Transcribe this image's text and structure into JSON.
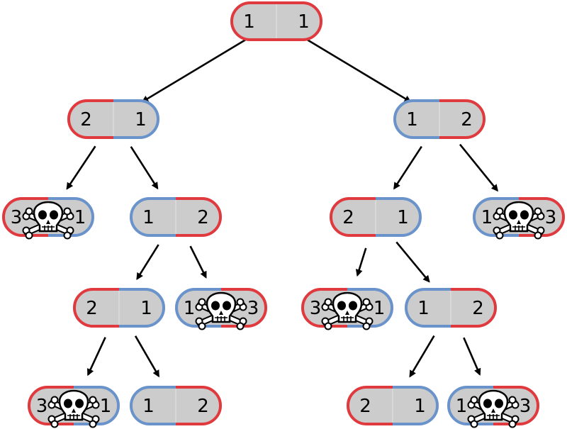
{
  "colors": {
    "red": "#e0393e",
    "blue": "#6a93cc",
    "fill": "#cccccc",
    "divider": "#dddddd",
    "arrow": "#000000"
  },
  "nodes": [
    {
      "id": "n0",
      "left": "1",
      "right": "1",
      "left_color": "red",
      "right_color": "red",
      "dead": false
    },
    {
      "id": "n1",
      "left": "2",
      "right": "1",
      "left_color": "red",
      "right_color": "blue",
      "dead": false
    },
    {
      "id": "n2",
      "left": "1",
      "right": "2",
      "left_color": "blue",
      "right_color": "red",
      "dead": false
    },
    {
      "id": "n3",
      "left": "3",
      "right": "1",
      "left_color": "red",
      "right_color": "blue",
      "dead": true
    },
    {
      "id": "n4",
      "left": "1",
      "right": "2",
      "left_color": "blue",
      "right_color": "red",
      "dead": false
    },
    {
      "id": "n5",
      "left": "2",
      "right": "1",
      "left_color": "red",
      "right_color": "blue",
      "dead": false
    },
    {
      "id": "n6",
      "left": "1",
      "right": "3",
      "left_color": "blue",
      "right_color": "red",
      "dead": true
    },
    {
      "id": "n7",
      "left": "2",
      "right": "1",
      "left_color": "red",
      "right_color": "blue",
      "dead": false
    },
    {
      "id": "n8",
      "left": "1",
      "right": "3",
      "left_color": "blue",
      "right_color": "red",
      "dead": true
    },
    {
      "id": "n9",
      "left": "3",
      "right": "1",
      "left_color": "red",
      "right_color": "blue",
      "dead": true
    },
    {
      "id": "n10",
      "left": "1",
      "right": "2",
      "left_color": "blue",
      "right_color": "red",
      "dead": false
    },
    {
      "id": "n11",
      "left": "3",
      "right": "1",
      "left_color": "red",
      "right_color": "blue",
      "dead": true
    },
    {
      "id": "n12",
      "left": "1",
      "right": "2",
      "left_color": "blue",
      "right_color": "red",
      "dead": false
    },
    {
      "id": "n13",
      "left": "2",
      "right": "1",
      "left_color": "red",
      "right_color": "blue",
      "dead": false
    },
    {
      "id": "n14",
      "left": "1",
      "right": "3",
      "left_color": "blue",
      "right_color": "red",
      "dead": true
    }
  ],
  "edges": [
    [
      "n0",
      "n1"
    ],
    [
      "n0",
      "n2"
    ],
    [
      "n1",
      "n3"
    ],
    [
      "n1",
      "n4"
    ],
    [
      "n2",
      "n5"
    ],
    [
      "n2",
      "n6"
    ],
    [
      "n4",
      "n7"
    ],
    [
      "n4",
      "n8"
    ],
    [
      "n5",
      "n9"
    ],
    [
      "n5",
      "n10"
    ],
    [
      "n7",
      "n11"
    ],
    [
      "n7",
      "n12"
    ],
    [
      "n10",
      "n13"
    ],
    [
      "n10",
      "n14"
    ]
  ],
  "icons": {
    "death_marker": "skull-crossbones-icon"
  }
}
